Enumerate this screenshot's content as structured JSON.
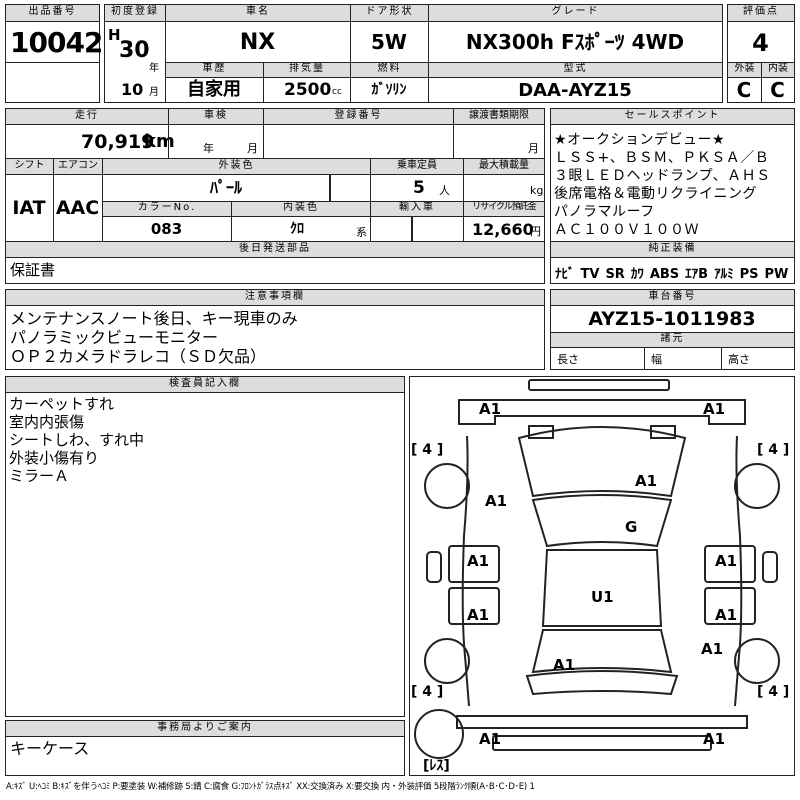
{
  "hdr": {
    "lot_no": "出品番号",
    "first_reg": "初度登録",
    "car_name": "車名",
    "door": "ドア形状",
    "grade": "グレード",
    "score": "評価点",
    "history": "車歴",
    "displacement": "排気量",
    "fuel": "燃料",
    "model_code": "型式",
    "exterior": "外装",
    "interior": "内装",
    "mileage": "走行",
    "shaken": "車検",
    "reg_no": "登録番号",
    "transfer": "譲渡書類期限",
    "selling_points": "セールスポイント",
    "shift": "シフト",
    "aircon": "エアコン",
    "ext_color": "外装色",
    "capacity": "乗車定員",
    "max_load": "最大積載量",
    "color_no": "カラーNo.",
    "int_color": "内装色",
    "import": "輸入車",
    "recycle": "リサイクル預託金",
    "later_parts": "後日発送部品",
    "genuine_equip": "純正装備",
    "notes": "注意事項欄",
    "chassis": "車台番号",
    "dimensions": "諸元",
    "inspector": "検査員記入欄",
    "office": "事務局よりご案内"
  },
  "values": {
    "lot": "10042",
    "era": "H",
    "year": "30",
    "year_unit": "年",
    "month": "10",
    "month_unit": "月",
    "car_name": "NX",
    "door": "5W",
    "grade": "NX300h Fｽﾎﾟｰﾂ 4WD",
    "score": "4",
    "history": "自家用",
    "displacement": "2500",
    "cc": "cc",
    "fuel": "ｶﾞｿﾘﾝ",
    "model_code": "DAA-AYZ15",
    "exterior_grade": "C",
    "interior_grade": "C",
    "mileage": "70,919",
    "km": "km",
    "shaken_year": "年",
    "shaken_month": "月",
    "shift": "IAT",
    "aircon": "AAC",
    "ext_color": "ﾊﾟｰﾙ",
    "capacity": "5",
    "person": "人",
    "kg": "kg",
    "color_no": "083",
    "int_color": "ｸﾛ",
    "kei": "系",
    "recycle": "12,660",
    "yen": "円",
    "later_parts": "保証書",
    "chassis": "AYZ15-1011983",
    "length": "長さ",
    "width": "幅",
    "height": "高さ"
  },
  "selling_points": [
    "★オークションデビュー★",
    "ＬＳＳ+、ＢＳＭ、ＰＫＳＡ／Ｂ",
    "３眼ＬＥＤヘッドランプ、ＡＨＳ",
    "後席電格＆電動リクライニング",
    "パノラマルーフ",
    "ＡＣ１００Ｖ１００Ｗ"
  ],
  "equipment": [
    "ﾅﾋﾞ",
    "TV",
    "SR",
    "ｶﾜ",
    "ABS",
    "ｴｱB",
    "ｱﾙﾐ",
    "PS",
    "PW"
  ],
  "notes": [
    "メンテナンスノート後日、キー現車のみ",
    "パノラミックビューモニター",
    "ＯＰ２カメラドラレコ（ＳＤ欠品）"
  ],
  "inspector_notes": [
    "カーペットすれ",
    "室内内張傷",
    "シートしわ、すれ中",
    "外装小傷有り",
    "ミラーＡ"
  ],
  "office": "キーケース",
  "diagram": {
    "tl": "A1",
    "tr": "A1",
    "bl": "A1",
    "br": "A1",
    "left_front_door": "A1",
    "left_rear_door": "A1",
    "right_front_door": "A1",
    "right_rear_door": "A1",
    "left_front_fender": "A1",
    "hood": "A1",
    "windshield": "G",
    "roof": "U1",
    "trunk": "A1",
    "right_rear_fender": "A1",
    "tire_fl": "[ 4 ]",
    "tire_fr": "[ 4 ]",
    "tire_rl": "[ 4 ]",
    "tire_rr": "[ 4 ]",
    "spare": "[ﾚｽ]"
  },
  "legend": "A:ｷｽﾞ U:ﾍｺﾐ B:ｷｽﾞを伴うﾍｺﾐ P:要塗装 W:補修跡 S:錆 C:腐食 G:ﾌﾛﾝﾄｶﾞﾗｽ点ｷｽﾞ XX:交換済み X:要交換 内・外装評価 5段階ﾗﾝｸ順(A･B･C･D･E) 1"
}
